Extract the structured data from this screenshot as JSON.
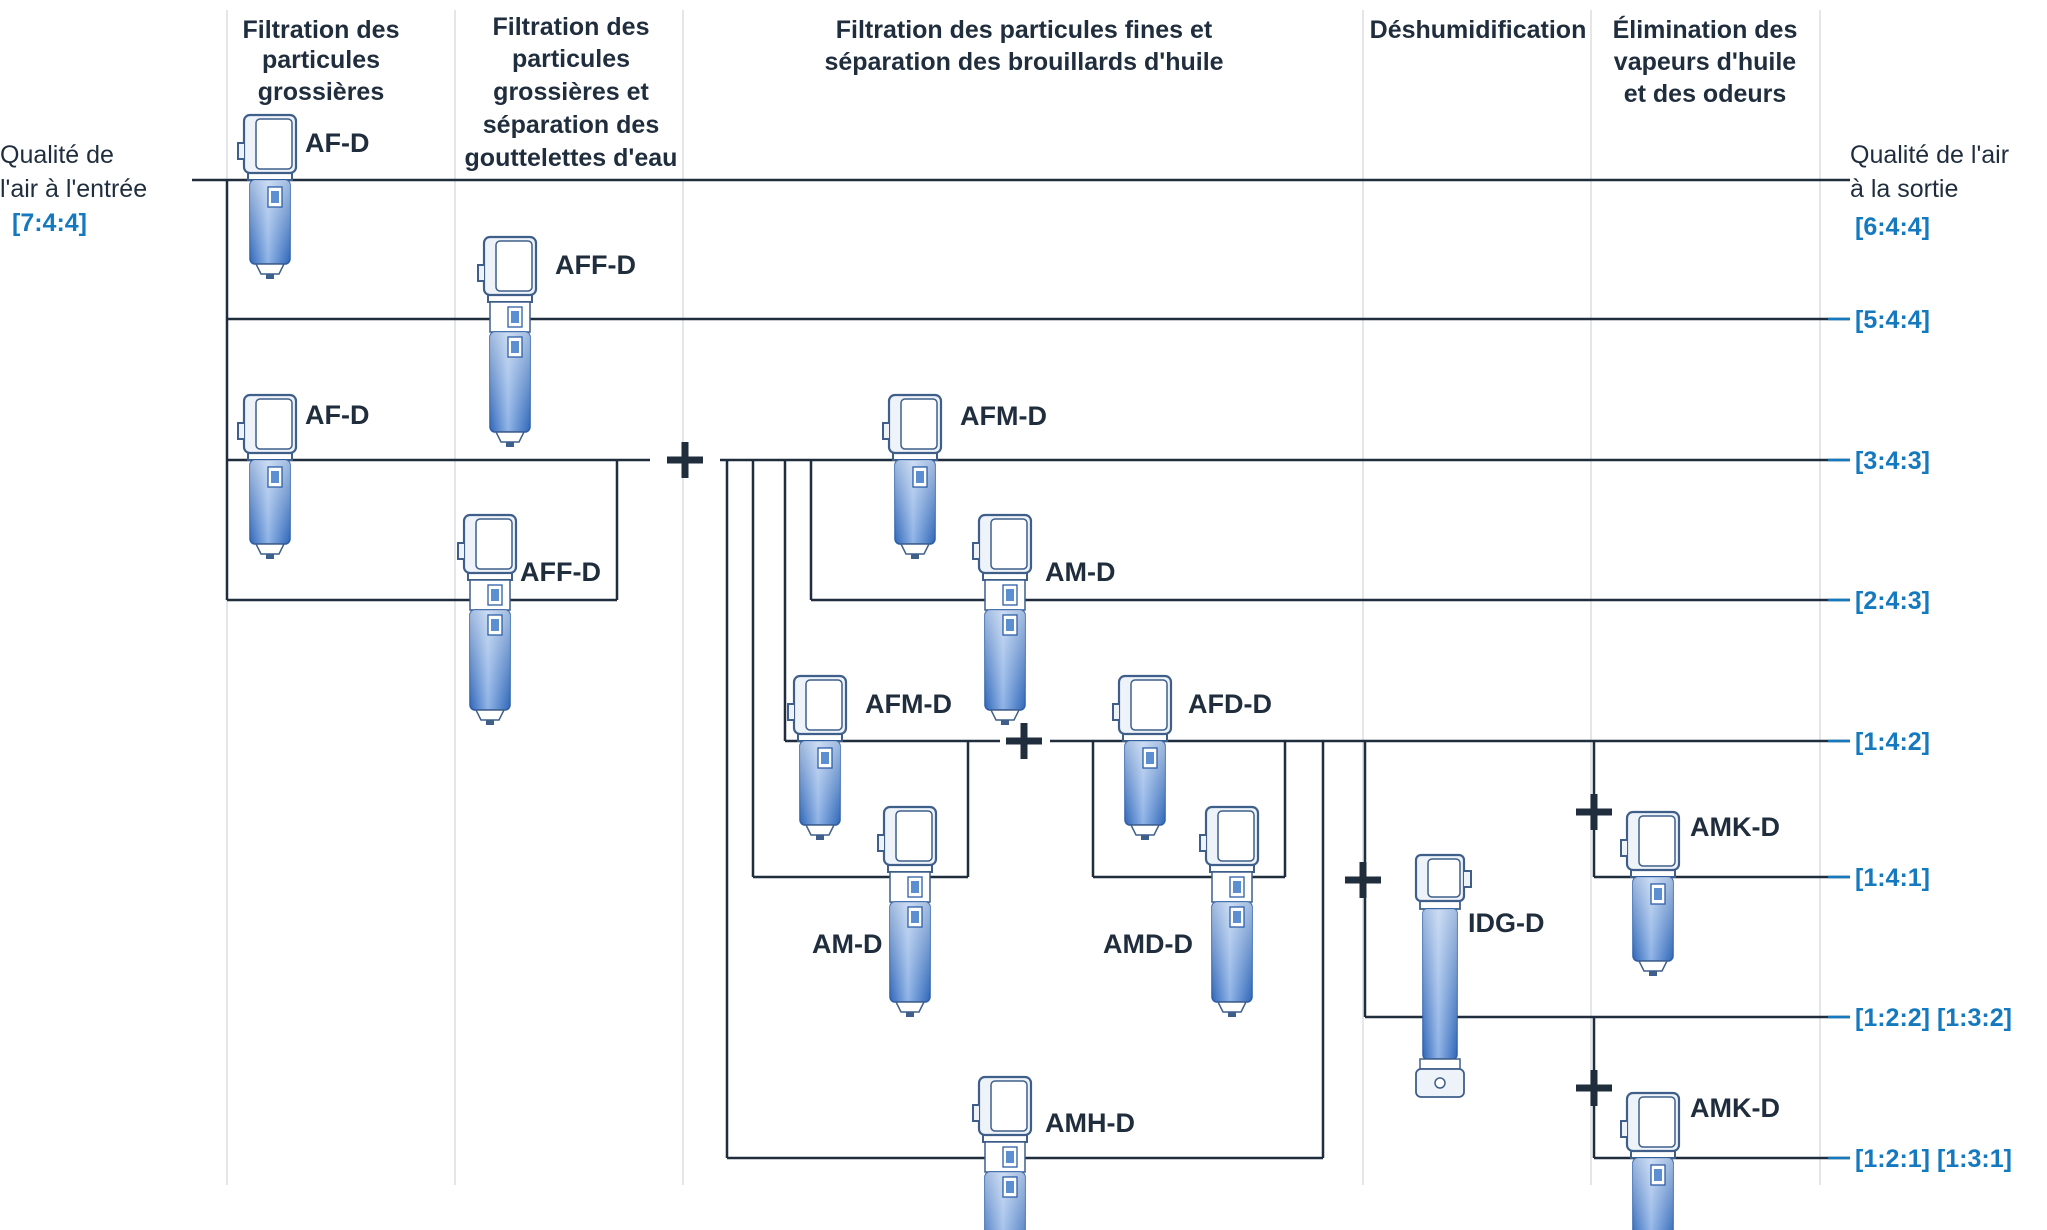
{
  "columns": {
    "coarse": [
      "Filtration des",
      "particules",
      "grossières"
    ],
    "coarse_water": [
      "Filtration des",
      "particules",
      "grossières et",
      "séparation des",
      "gouttelettes d'eau"
    ],
    "fine_oil": [
      "Filtration des particules fines et",
      "séparation des brouillards d'huile"
    ],
    "dehumid": [
      "Déshumidification"
    ],
    "vapour": [
      "Élimination des",
      "vapeurs d'huile",
      "et des odeurs"
    ]
  },
  "inlet": {
    "lines": [
      "Qualité de",
      "l'air à l'entrée"
    ],
    "code": "[7:4:4]"
  },
  "outlet": {
    "lines": [
      "Qualité de l'air",
      "à la sortie"
    ],
    "codes": [
      "[6:4:4]",
      "[5:4:4]",
      "[3:4:3]",
      "[2:4:3]",
      "[1:4:2]",
      "[1:4:1]",
      "[1:2:2] [1:3:2]",
      "[1:2:1] [1:3:1]"
    ]
  },
  "filters": {
    "af_top": "AF-D",
    "aff_top": "AFF-D",
    "af_mid": "AF-D",
    "aff_mid": "AFF-D",
    "afm_top": "AFM-D",
    "am_top": "AM-D",
    "afm_mid": "AFM-D",
    "am_low": "AM-D",
    "afd": "AFD-D",
    "amd": "AMD-D",
    "amh": "AMH-D",
    "idg": "IDG-D",
    "amk_top": "AMK-D",
    "amk_low": "AMK-D"
  },
  "colors": {
    "line": "#1f2d3d",
    "accent": "#1479bf",
    "column_divider": "#e3e7ec",
    "filter_body": "#5b8fd2"
  }
}
